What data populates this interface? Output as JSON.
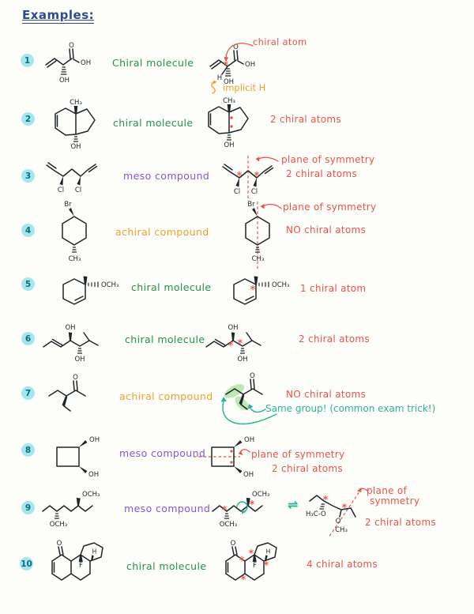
{
  "page": {
    "title": "Examples:"
  },
  "atoms": {
    "O": "O",
    "OH": "OH",
    "H": "H",
    "CH3": "CH₃",
    "OCH3": "OCH₃",
    "Cl": "Cl",
    "Br": "Br",
    "F": "F",
    "H3C_O": "H₃C-O"
  },
  "symbols": {
    "equilibrium": "⇌"
  },
  "colors": {
    "header_blue": "#2c4c8c",
    "badge_bg": "#a6e6ee",
    "badge_text": "#0b6e7d",
    "ink": "#1f262b",
    "chiral_green": "#23924f",
    "meso_purple": "#8755dd",
    "achiral_orange": "#f09f2e",
    "annotation_red": "#e8544a",
    "teal": "#2eb398",
    "highlight_green": "#bce8b4"
  },
  "examples": [
    {
      "number": "1",
      "label": "Chiral molecule",
      "annotations": {
        "chiral_atom": "chiral atom",
        "implicit_h": "implicit H"
      }
    },
    {
      "number": "2",
      "label": "chiral molecule",
      "annotations": {
        "count": "2 chiral atoms"
      }
    },
    {
      "number": "3",
      "label": "meso compound",
      "annotations": {
        "plane": "plane of symmetry",
        "count": "2 chiral atoms"
      }
    },
    {
      "number": "4",
      "label": "achiral compound",
      "annotations": {
        "plane": "plane of symmetry",
        "count": "NO chiral atoms"
      }
    },
    {
      "number": "5",
      "label": "chiral molecule",
      "annotations": {
        "count": "1 chiral atom"
      }
    },
    {
      "number": "6",
      "label": "chiral molecule",
      "annotations": {
        "count": "2 chiral atoms"
      }
    },
    {
      "number": "7",
      "label": "achiral compound",
      "annotations": {
        "count": "NO chiral atoms",
        "same_group": "Same group!",
        "exam_trick": "(common exam trick!)"
      }
    },
    {
      "number": "8",
      "label": "meso compound",
      "annotations": {
        "plane": "plane of symmetry",
        "count": "2 chiral atoms"
      }
    },
    {
      "number": "9",
      "label": "meso compound",
      "annotations": {
        "plane_line1": "plane of",
        "plane_line2": "symmetry",
        "count": "2 chiral atoms"
      }
    },
    {
      "number": "10",
      "label": "chiral molecule",
      "annotations": {
        "count": "4 chiral atoms"
      }
    }
  ]
}
